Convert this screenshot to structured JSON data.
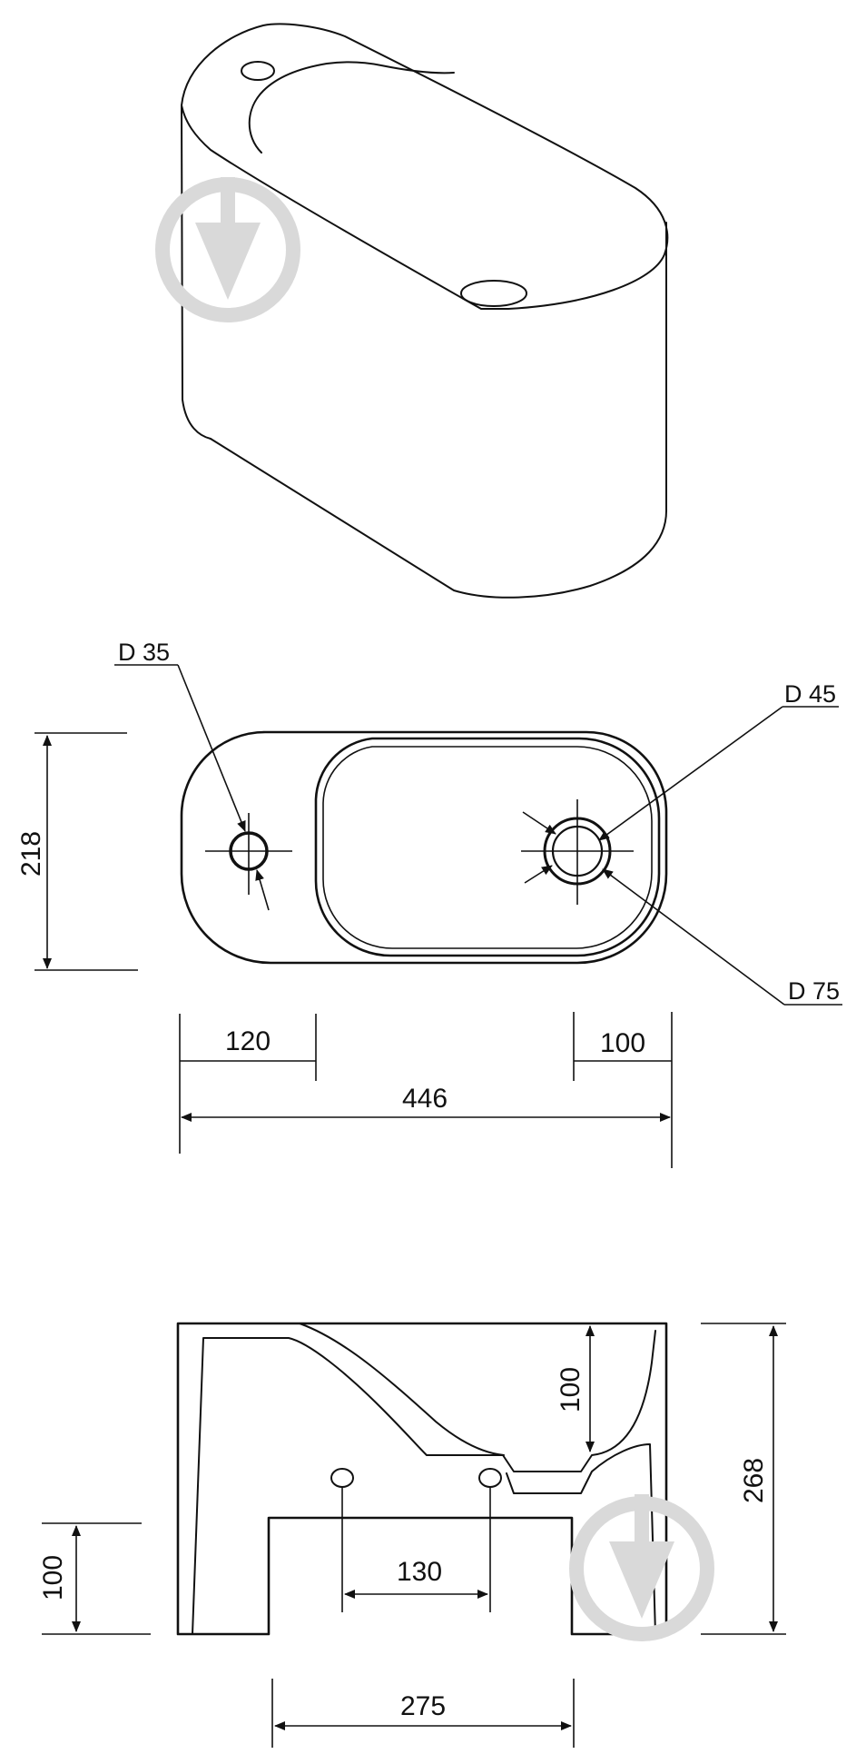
{
  "dimensions": {
    "hole_small_diameter": "D 35",
    "hole_inner_diameter": "D 45",
    "hole_outer_diameter": "D 75",
    "width": "218",
    "offset_left": "120",
    "offset_right": "100",
    "length": "446",
    "bowl_depth": "100",
    "height": "268",
    "base_height": "100",
    "hole_spacing": "130",
    "base_width": "275"
  }
}
